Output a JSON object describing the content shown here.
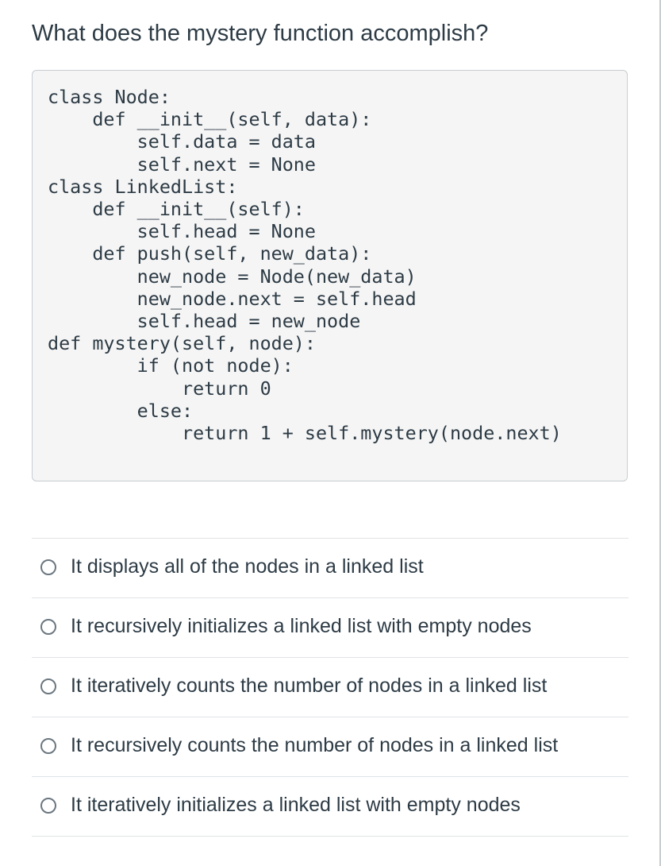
{
  "question": {
    "text": "What does the mystery function accomplish?"
  },
  "code": {
    "language": "python",
    "lines": [
      "class Node:",
      "    def __init__(self, data):",
      "        self.data = data",
      "        self.next = None",
      "class LinkedList:",
      "    def __init__(self):",
      "        self.head = None",
      "    def push(self, new_data):",
      "        new_node = Node(new_data)",
      "        new_node.next = self.head",
      "        self.head = new_node",
      "def mystery(self, node):",
      "        if (not node):",
      "            return 0",
      "        else:",
      "            return 1 + self.mystery(node.next)"
    ]
  },
  "answers": [
    {
      "label": "It displays all of the nodes in a linked list",
      "selected": false
    },
    {
      "label": "It recursively initializes a linked list with empty nodes",
      "selected": false
    },
    {
      "label": "It iteratively counts the number of nodes in a linked list",
      "selected": false
    },
    {
      "label": "It recursively counts the number of nodes in a linked list",
      "selected": false
    },
    {
      "label": "It iteratively initializes a linked list with empty nodes",
      "selected": false
    }
  ],
  "colors": {
    "text": "#2d3b45",
    "code_background": "#f5f5f5",
    "border": "#c7cdd1",
    "divider": "#dfe3e6",
    "radio_border": "#6b7780"
  }
}
